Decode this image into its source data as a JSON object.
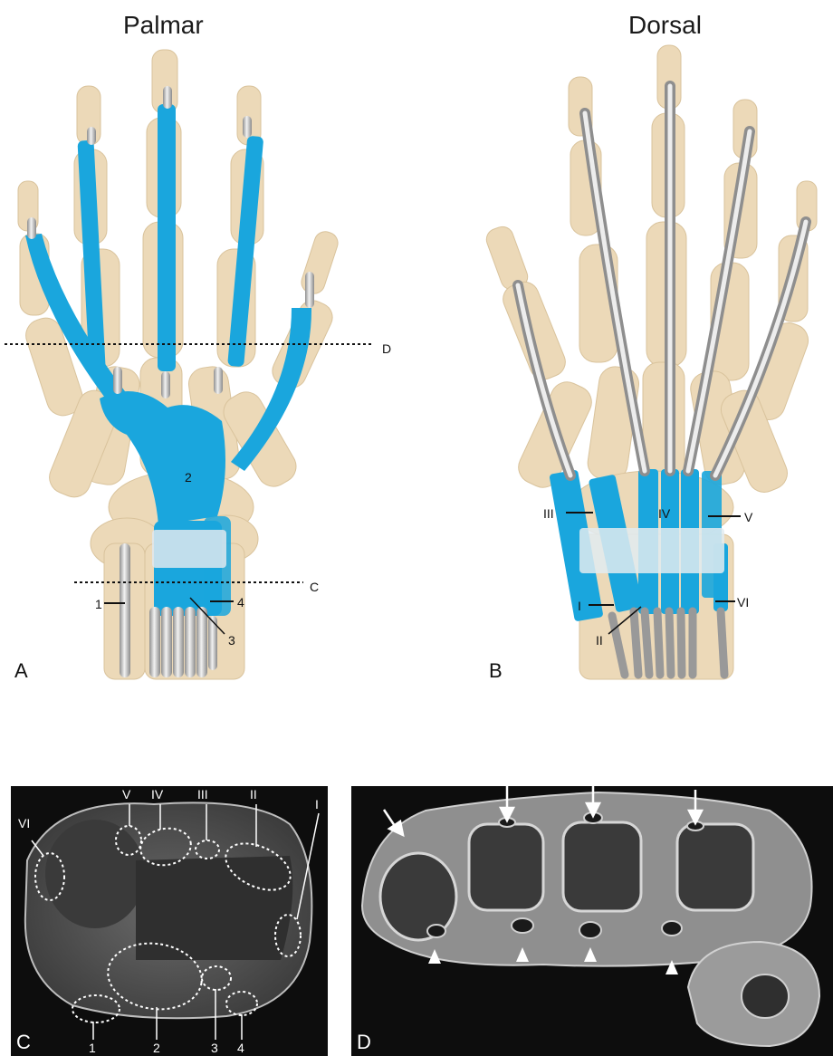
{
  "panels": {
    "A": {
      "title": "Palmar",
      "letter": "A",
      "labels": {
        "d_line": "D",
        "c_line": "C",
        "l1": "1",
        "l2": "2",
        "l3": "3",
        "l4": "4"
      }
    },
    "B": {
      "title": "Dorsal",
      "letter": "B",
      "labels": {
        "I": "I",
        "II": "II",
        "III": "III",
        "IV": "IV",
        "V": "V",
        "VI": "VI"
      }
    },
    "C": {
      "letter": "C",
      "labels": {
        "VI": "VI",
        "V": "V",
        "IV": "IV",
        "III": "III",
        "II": "II",
        "I": "I",
        "n1": "1",
        "n2": "2",
        "n3": "3",
        "n4": "4"
      }
    },
    "D": {
      "letter": "D"
    }
  },
  "colors": {
    "bone": "#ecd9b8",
    "bone_edge": "#d9c39c",
    "sheath": "#1aa6dd",
    "tendon": "#c8c8c8",
    "retinaculum": "#dfe8ee",
    "mri_bg": "#0d0d0d"
  }
}
